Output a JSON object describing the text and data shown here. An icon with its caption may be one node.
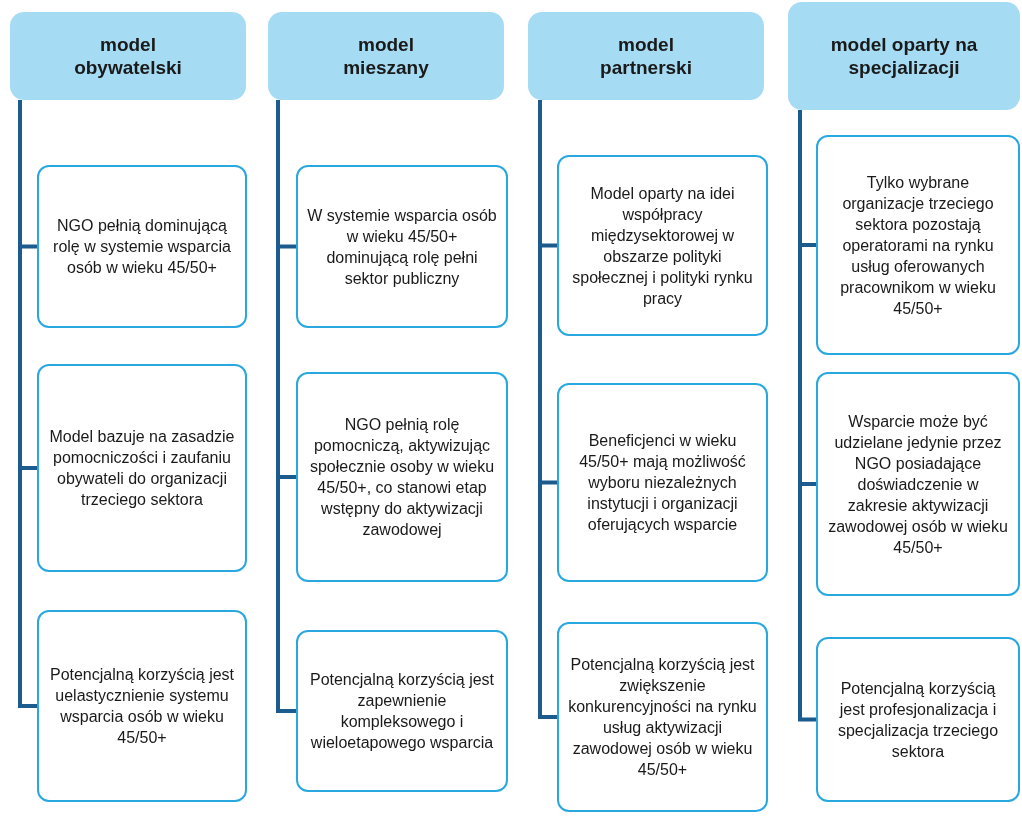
{
  "diagram": {
    "nodes": [
      {
        "text": [
          "model obywatelski"
        ]
      },
      {
        "text": [
          "NGO pełnią dominującą rolę w systemie wsparcia osób w wieku 45/50+"
        ]
      },
      {
        "text": [
          "Model bazuje na zasadzie pomocniczości i zaufaniu obywateli do organizacji trzeciego sektora"
        ]
      },
      {
        "text": [
          "Potencjalną korzyścią jest uelastycznienie systemu wsparcia osób w wieku 45/50+"
        ]
      },
      {
        "text": [
          "model mieszany"
        ]
      },
      {
        "text": [
          "W systemie wsparcia osób w wieku 45/50+ dominującą rolę pełni sektor publiczny"
        ]
      },
      {
        "text": [
          "NGO pełnią rolę pomocniczą, aktywizując społecznie osoby w wieku 45/50+, co stanowi etap wstępny do aktywizacji zawodowej"
        ]
      },
      {
        "text": [
          "Potencjalną korzyścią jest zapewnienie kompleksowego i wieloetapowego wsparcia"
        ]
      },
      {
        "text": [
          "model partnerski"
        ]
      },
      {
        "text": [
          "Model oparty na idei współpracy międzysektorowej w obszarze polityki społecznej i polityki rynku pracy"
        ]
      },
      {
        "text": [
          "Beneficjenci w wieku 45/50+ mają możliwość wyboru niezależnych instytucji i organizacji oferujących wsparcie"
        ]
      },
      {
        "text": [
          "Potencjalną korzyścią jest zwiększenie konkurencyjności na rynku usług aktywizacji zawodowej osób w wieku 45/50+"
        ]
      },
      {
        "text": [
          "model oparty na specjalizacji"
        ]
      },
      {
        "text": [
          "Tylko wybrane organizacje trzeciego sektora pozostają operatorami na rynku usług oferowanych pracownikom w wieku 45/50+"
        ]
      },
      {
        "text": [
          "Wsparcie może być udzielane jedynie przez NGO posiadające doświadczenie w zakresie aktywizacji zawodowej osób w wieku 45/50+"
        ]
      },
      {
        "text": [
          "Potencjalną korzyścią jest profesjonalizacja i specjalizacja trzeciego sektora"
        ]
      }
    ],
    "edges": [
      {
        "from": 0,
        "to": 1,
        "arrow": "none"
      },
      {
        "from": 0,
        "to": 2,
        "arrow": "none"
      },
      {
        "from": 0,
        "to": 3,
        "arrow": "none"
      },
      {
        "from": 4,
        "to": 5,
        "arrow": "none"
      },
      {
        "from": 4,
        "to": 6,
        "arrow": "none"
      },
      {
        "from": 4,
        "to": 7,
        "arrow": "none"
      },
      {
        "from": 8,
        "to": 9,
        "arrow": "none"
      },
      {
        "from": 8,
        "to": 10,
        "arrow": "none"
      },
      {
        "from": 8,
        "to": 11,
        "arrow": "none"
      },
      {
        "from": 12,
        "to": 13,
        "arrow": "none"
      },
      {
        "from": 12,
        "to": 14,
        "arrow": "none"
      },
      {
        "from": 12,
        "to": 15,
        "arrow": "none"
      }
    ]
  }
}
